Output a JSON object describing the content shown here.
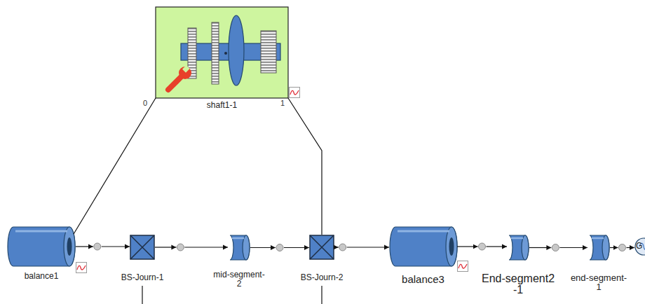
{
  "diagram": {
    "nodes": [
      {
        "text": [
          "shaft1-1"
        ]
      },
      {
        "text": [
          "balance1"
        ]
      },
      {
        "text": [
          "BS-Journ-1"
        ]
      },
      {
        "text": [
          "mid-segment- 2"
        ]
      },
      {
        "text": [
          "BS-Journ-2"
        ]
      },
      {
        "text": [
          "balance3"
        ]
      },
      {
        "text": [
          "End-segment2 -1"
        ]
      },
      {
        "text": [
          "end-segment- 1"
        ]
      },
      {
        "text": [
          "G"
        ]
      }
    ],
    "edges": [
      {
        "from": 0,
        "to": 1,
        "arrow": "none"
      },
      {
        "from": 0,
        "to": 4,
        "arrow": "none"
      },
      {
        "from": 1,
        "to": 2,
        "arrow": "to"
      },
      {
        "from": 2,
        "to": 3,
        "arrow": "to"
      },
      {
        "from": 3,
        "to": 4,
        "arrow": "to"
      },
      {
        "from": 4,
        "to": 5,
        "arrow": "to"
      },
      {
        "from": 5,
        "to": 6,
        "arrow": "to"
      },
      {
        "from": 6,
        "to": 7,
        "arrow": "to"
      },
      {
        "from": 7,
        "to": 8,
        "arrow": "to"
      }
    ],
    "labels": [
      "0",
      "1"
    ]
  }
}
